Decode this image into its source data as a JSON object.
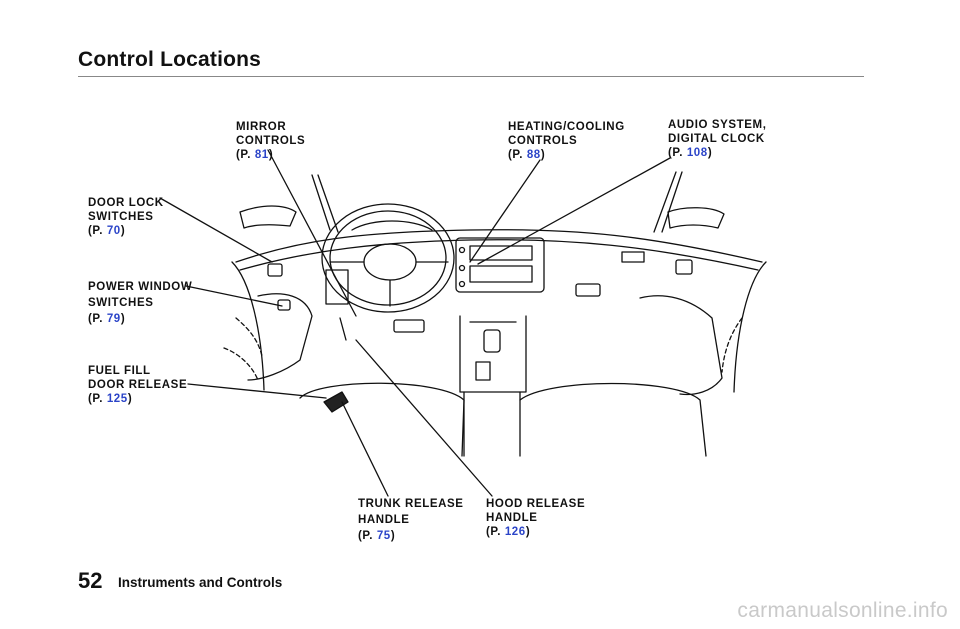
{
  "header": {
    "title": "Control Locations"
  },
  "callouts": {
    "mirror": {
      "lines": [
        "MIRROR",
        "CONTROLS"
      ],
      "page_prefix": "(P. ",
      "page": "81",
      "page_suffix": ")"
    },
    "heating": {
      "lines": [
        "HEATING/COOLING",
        "CONTROLS"
      ],
      "page_prefix": "(P. ",
      "page": "88",
      "page_suffix": ")"
    },
    "audio": {
      "lines": [
        "AUDIO  SYSTEM,",
        "DIGITAL  CLOCK"
      ],
      "page_prefix": "(P. ",
      "page": "108",
      "page_suffix": ")"
    },
    "door_lock": {
      "lines": [
        "DOOR  LOCK",
        "SWITCHES"
      ],
      "page_prefix": "(P. ",
      "page": "70",
      "page_suffix": ")"
    },
    "power_window": {
      "lines": [
        "POWER  WINDOW",
        "SWITCHES"
      ],
      "page_prefix": "(P. ",
      "page": "79",
      "page_suffix": ")"
    },
    "fuel_fill": {
      "lines": [
        "FUEL FILL",
        "DOOR RELEASE"
      ],
      "page_prefix": "(P. ",
      "page": "125",
      "page_suffix": ")"
    },
    "trunk": {
      "lines": [
        "TRUNK  RELEASE",
        "HANDLE"
      ],
      "page_prefix": "(P. ",
      "page": "75",
      "page_suffix": ")"
    },
    "hood": {
      "lines": [
        "HOOD  RELEASE",
        "HANDLE"
      ],
      "page_prefix": "(P. ",
      "page": "126",
      "page_suffix": ")"
    }
  },
  "footer": {
    "page_number": "52",
    "section": "Instruments and Controls"
  },
  "watermark": "carmanualsonline.info",
  "colors": {
    "text": "#111111",
    "page_link": "#2b44c8",
    "rule": "#888888"
  }
}
